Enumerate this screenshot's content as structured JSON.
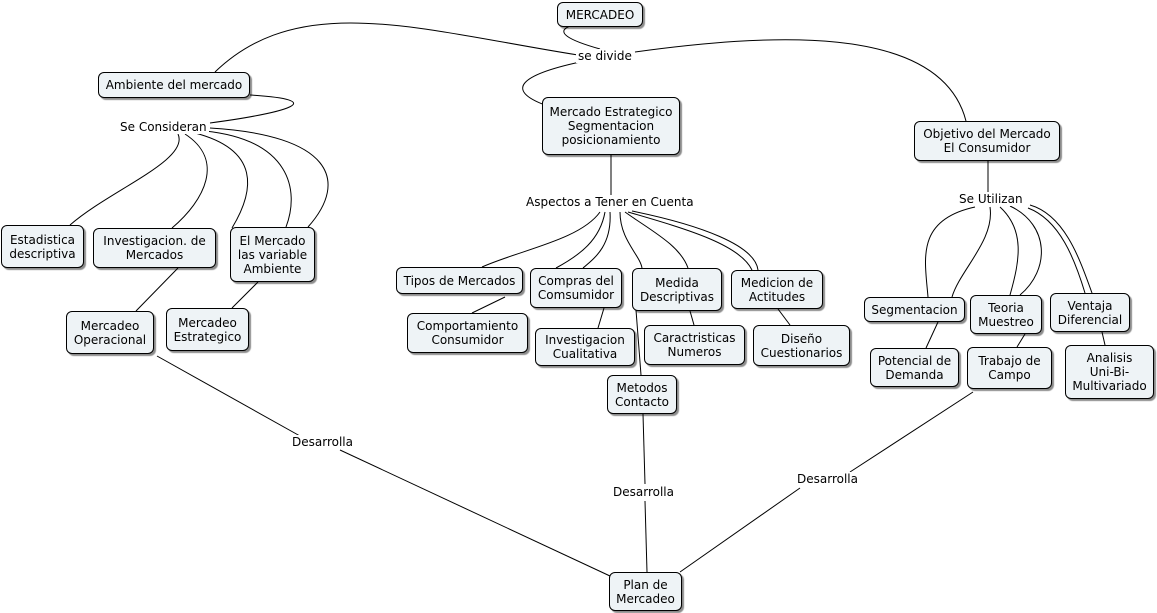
{
  "concepts": {
    "mercadeo": "MERCADEO",
    "ambiente": "Ambiente del mercado",
    "estrategico_seg": "Mercado Estrategico\nSegmentacion\nposicionamiento",
    "objetivo": "Objetivo del Mercado\nEl Consumidor",
    "estadistica": "Estadistica\ndescriptiva",
    "investigacion_mercados": "Investigacion. de\nMercados",
    "el_mercado": "El Mercado\nlas variable\nAmbiente",
    "mercadeo_operacional": "Mercadeo\nOperacional",
    "mercadeo_estrategico": "Mercadeo\nEstrategico",
    "tipos_mercados": "Tipos de Mercados",
    "compras_consumidor": "Compras del\nComsumidor",
    "medida_descriptivas": "Medida\nDescriptivas",
    "medicion_actitudes": "Medicion de\nActitudes",
    "comportamiento": "Comportamiento\nConsumidor",
    "investigacion_cualitativa": "Investigacion\nCualitativa",
    "caractristicas": "Caractristicas\nNumeros",
    "diseno_cuestionarios": "Diseño\nCuestionarios",
    "metodos_contacto": "Metodos\nContacto",
    "segmentacion": "Segmentacion",
    "teoria_muestreo": "Teoria\nMuestreo",
    "ventaja_diferencial": "Ventaja\nDiferencial",
    "potencial_demanda": "Potencial de\nDemanda",
    "trabajo_campo": "Trabajo de\nCampo",
    "analisis": "Analisis\nUni-Bi-\nMultivariado",
    "plan_mercadeo": "Plan de\nMercadeo"
  },
  "linking_phrases": {
    "se_divide": "se divide",
    "se_consideran": "Se Consideran",
    "aspectos": "Aspectos a Tener en Cuenta",
    "se_utilizan": "Se Utilizan",
    "desarrolla_left": "Desarrolla",
    "desarrolla_center": "Desarrolla",
    "desarrolla_right": "Desarrolla"
  },
  "colors": {
    "node_fill": "#eef3f6",
    "node_border": "#000000",
    "line": "#000000",
    "background": "#ffffff"
  }
}
